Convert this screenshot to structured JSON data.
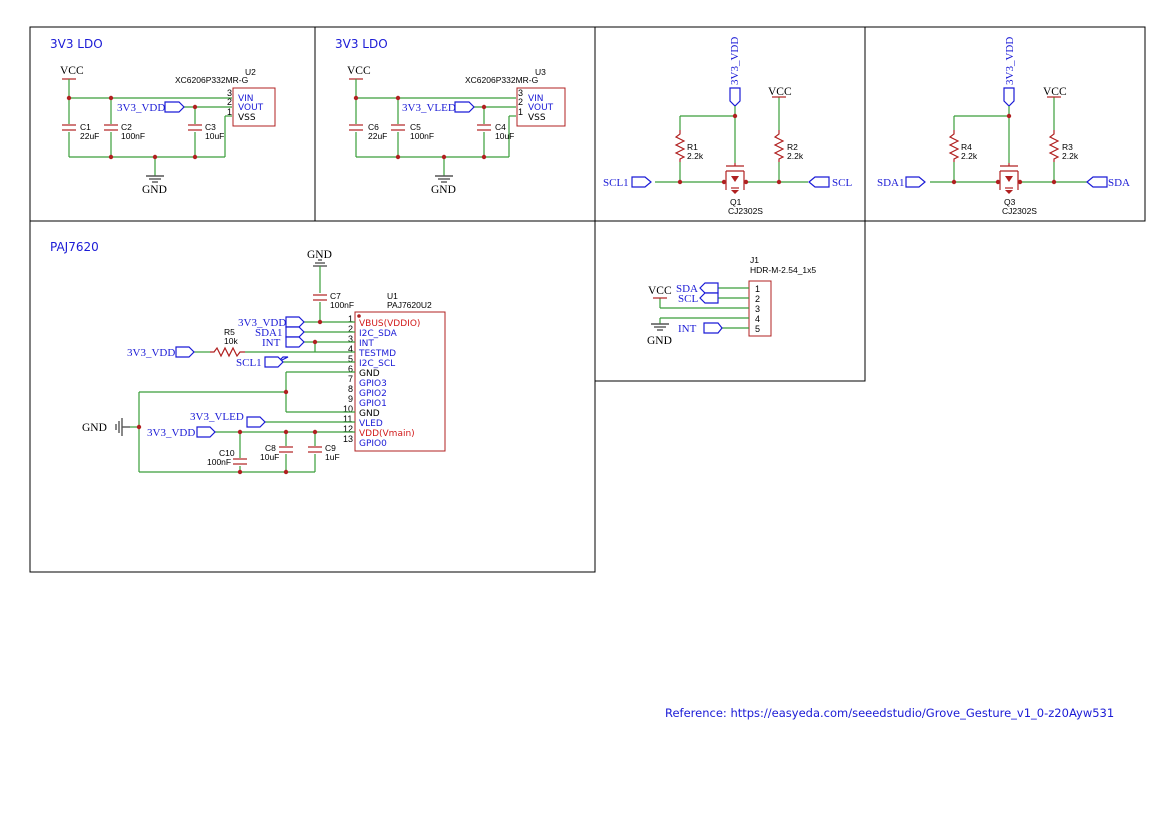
{
  "sections": {
    "ldo1_title": "3V3 LDO",
    "ldo2_title": "3V3 LDO",
    "sensor_title": "PAJ7620"
  },
  "ldo1": {
    "vcc": "VCC",
    "gnd": "GND",
    "ref": "U2",
    "part": "XC6206P332MR-G",
    "pins": [
      "VIN",
      "VOUT",
      "VSS"
    ],
    "pin_numbers": [
      "3",
      "2",
      "1"
    ],
    "out_net": "3V3_VDD",
    "c1_ref": "C1",
    "c1_val": "22uF",
    "c2_ref": "C2",
    "c2_val": "100nF",
    "c3_ref": "C3",
    "c3_val": "10uF"
  },
  "ldo2": {
    "vcc": "VCC",
    "gnd": "GND",
    "ref": "U3",
    "part": "XC6206P332MR-G",
    "pins": [
      "VIN",
      "VOUT",
      "VSS"
    ],
    "pin_numbers": [
      "3",
      "2",
      "1"
    ],
    "out_net": "3V3_VLED",
    "c6_ref": "C6",
    "c6_val": "22uF",
    "c5_ref": "C5",
    "c5_val": "100nF",
    "c4_ref": "C4",
    "c4_val": "10uF"
  },
  "shifter_scl": {
    "vdd": "3V3_VDD",
    "vcc": "VCC",
    "left_net": "SCL1",
    "right_net": "SCL",
    "r1_ref": "R1",
    "r1_val": "2.2k",
    "r2_ref": "R2",
    "r2_val": "2.2k",
    "q_ref": "Q1",
    "q_val": "CJ2302S"
  },
  "shifter_sda": {
    "vdd": "3V3_VDD",
    "vcc": "VCC",
    "left_net": "SDA1",
    "right_net": "SDA",
    "r4_ref": "R4",
    "r4_val": "2.2k",
    "r3_ref": "R3",
    "r3_val": "2.2k",
    "q_ref": "Q3",
    "q_val": "CJ2302S"
  },
  "connector": {
    "ref": "J1",
    "part": "HDR-M-2.54_1x5",
    "pins": [
      "1",
      "2",
      "3",
      "4",
      "5"
    ],
    "vcc": "VCC",
    "gnd": "GND",
    "nets": [
      "SDA",
      "SCL",
      "INT"
    ]
  },
  "sensor": {
    "ref": "U1",
    "part": "PAJ7620U2",
    "gnd_top": "GND",
    "gnd_left": "GND",
    "c7_ref": "C7",
    "c7_val": "100nF",
    "r5_ref": "R5",
    "r5_val": "10k",
    "c10_ref": "C10",
    "c10_val": "100nF",
    "c8_ref": "C8",
    "c8_val": "10uF",
    "c9_ref": "C9",
    "c9_val": "1uF",
    "pins": [
      {
        "num": "1",
        "name": "VBUS(VDDIO)"
      },
      {
        "num": "2",
        "name": "I2C_SDA"
      },
      {
        "num": "3",
        "name": "INT"
      },
      {
        "num": "4",
        "name": "TESTMD"
      },
      {
        "num": "5",
        "name": "I2C_SCL"
      },
      {
        "num": "6",
        "name": "GND"
      },
      {
        "num": "7",
        "name": "GPIO3"
      },
      {
        "num": "8",
        "name": "GPIO2"
      },
      {
        "num": "9",
        "name": "GPIO1"
      },
      {
        "num": "10",
        "name": "GND"
      },
      {
        "num": "11",
        "name": "VLED"
      },
      {
        "num": "12",
        "name": "VDD(Vmain)"
      },
      {
        "num": "13",
        "name": "GPIO0"
      }
    ],
    "flags": {
      "vdd_pin1": "3V3_VDD",
      "sda1": "SDA1",
      "int": "INT",
      "vdd_r5": "3V3_VDD",
      "scl1": "SCL1",
      "vled": "3V3_VLED",
      "vdd_pin12": "3V3_VDD"
    }
  },
  "footer": "Reference: https://easyeda.com/seeedstudio/Grove_Gesture_v1_0-z20Ayw531"
}
